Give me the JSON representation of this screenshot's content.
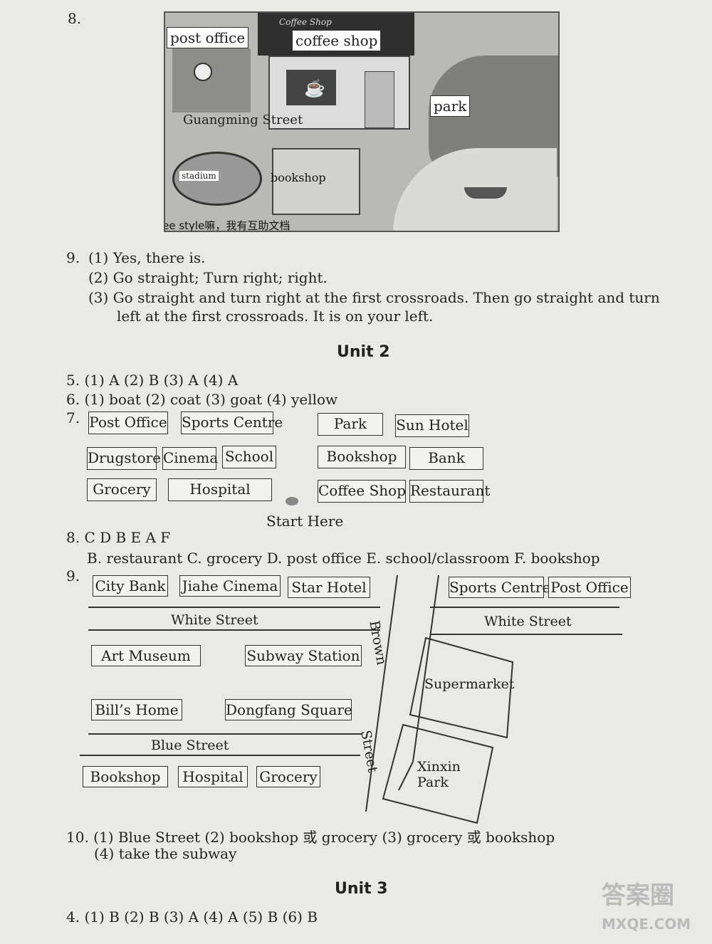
{
  "q8_top": {
    "number": "8.",
    "labels": {
      "post_office": "post office",
      "coffee_shop": "coffee shop",
      "coffee_sign": "Coffee Shop",
      "park": "park",
      "street": "Guangming Street",
      "stadium": "stadium",
      "bookshop": "bookshop"
    },
    "watermark": "你有free style嘛，我有互助文档"
  },
  "q9_top": {
    "number": "9.",
    "lines": [
      "(1) Yes, there is.",
      "(2) Go straight; Turn right; right.",
      "(3) Go straight and turn right at the first crossroads. Then go straight and turn",
      "left at the first crossroads. It is on your left."
    ]
  },
  "unit2": {
    "title": "Unit 2",
    "q5": "5. (1) A   (2) B   (3) A   (4) A",
    "q6": "6. (1) boat   (2) coat   (3) goat   (4) yellow",
    "q7_number": "7.",
    "q7_boxes": {
      "post_office": "Post Office",
      "sports_centre": "Sports Centre",
      "park": "Park",
      "sun_hotel": "Sun Hotel",
      "drugstore": "Drugstore",
      "cinema": "Cinema",
      "school": "School",
      "bookshop": "Bookshop",
      "bank": "Bank",
      "grocery": "Grocery",
      "hospital": "Hospital",
      "coffee_shop": "Coffee Shop",
      "restaurant": "Restaurant"
    },
    "start_here": "Start Here",
    "q8_line1": "8. C   D   B   E   A   F",
    "q8_line2": "B. restaurant   C. grocery   D. post office   E. school/classroom   F. bookshop",
    "q9_number": "9.",
    "q9_boxes": {
      "city_bank": "City Bank",
      "jiahe_cinema": "Jiahe Cinema",
      "star_hotel": "Star Hotel",
      "sports_centre": "Sports Centre",
      "post_office": "Post Office",
      "art_museum": "Art Museum",
      "subway_station": "Subway Station",
      "bills_home": "Bill’s Home",
      "dongfang_square": "Dongfang Square",
      "supermarket": "Supermarket",
      "xinxin": "Xinxin",
      "park": "Park",
      "bookshop": "Bookshop",
      "hospital": "Hospital",
      "grocery": "Grocery"
    },
    "q9_streets": {
      "white_left": "White    Street",
      "white_right": "White    Street",
      "blue": "Blue    Street",
      "brown": "Brown",
      "street_vertical": "Street"
    },
    "q10_line1": "10. (1) Blue Street   (2) bookshop 或 grocery   (3) grocery 或 bookshop",
    "q10_line2": "(4) take the subway"
  },
  "unit3": {
    "title": "Unit 3",
    "q4": "4. (1) B   (2) B   (3) A   (4) A   (5) B   (6) B"
  },
  "corner_logo": {
    "text": "答案圈",
    "url_text": "MXQE.COM"
  }
}
